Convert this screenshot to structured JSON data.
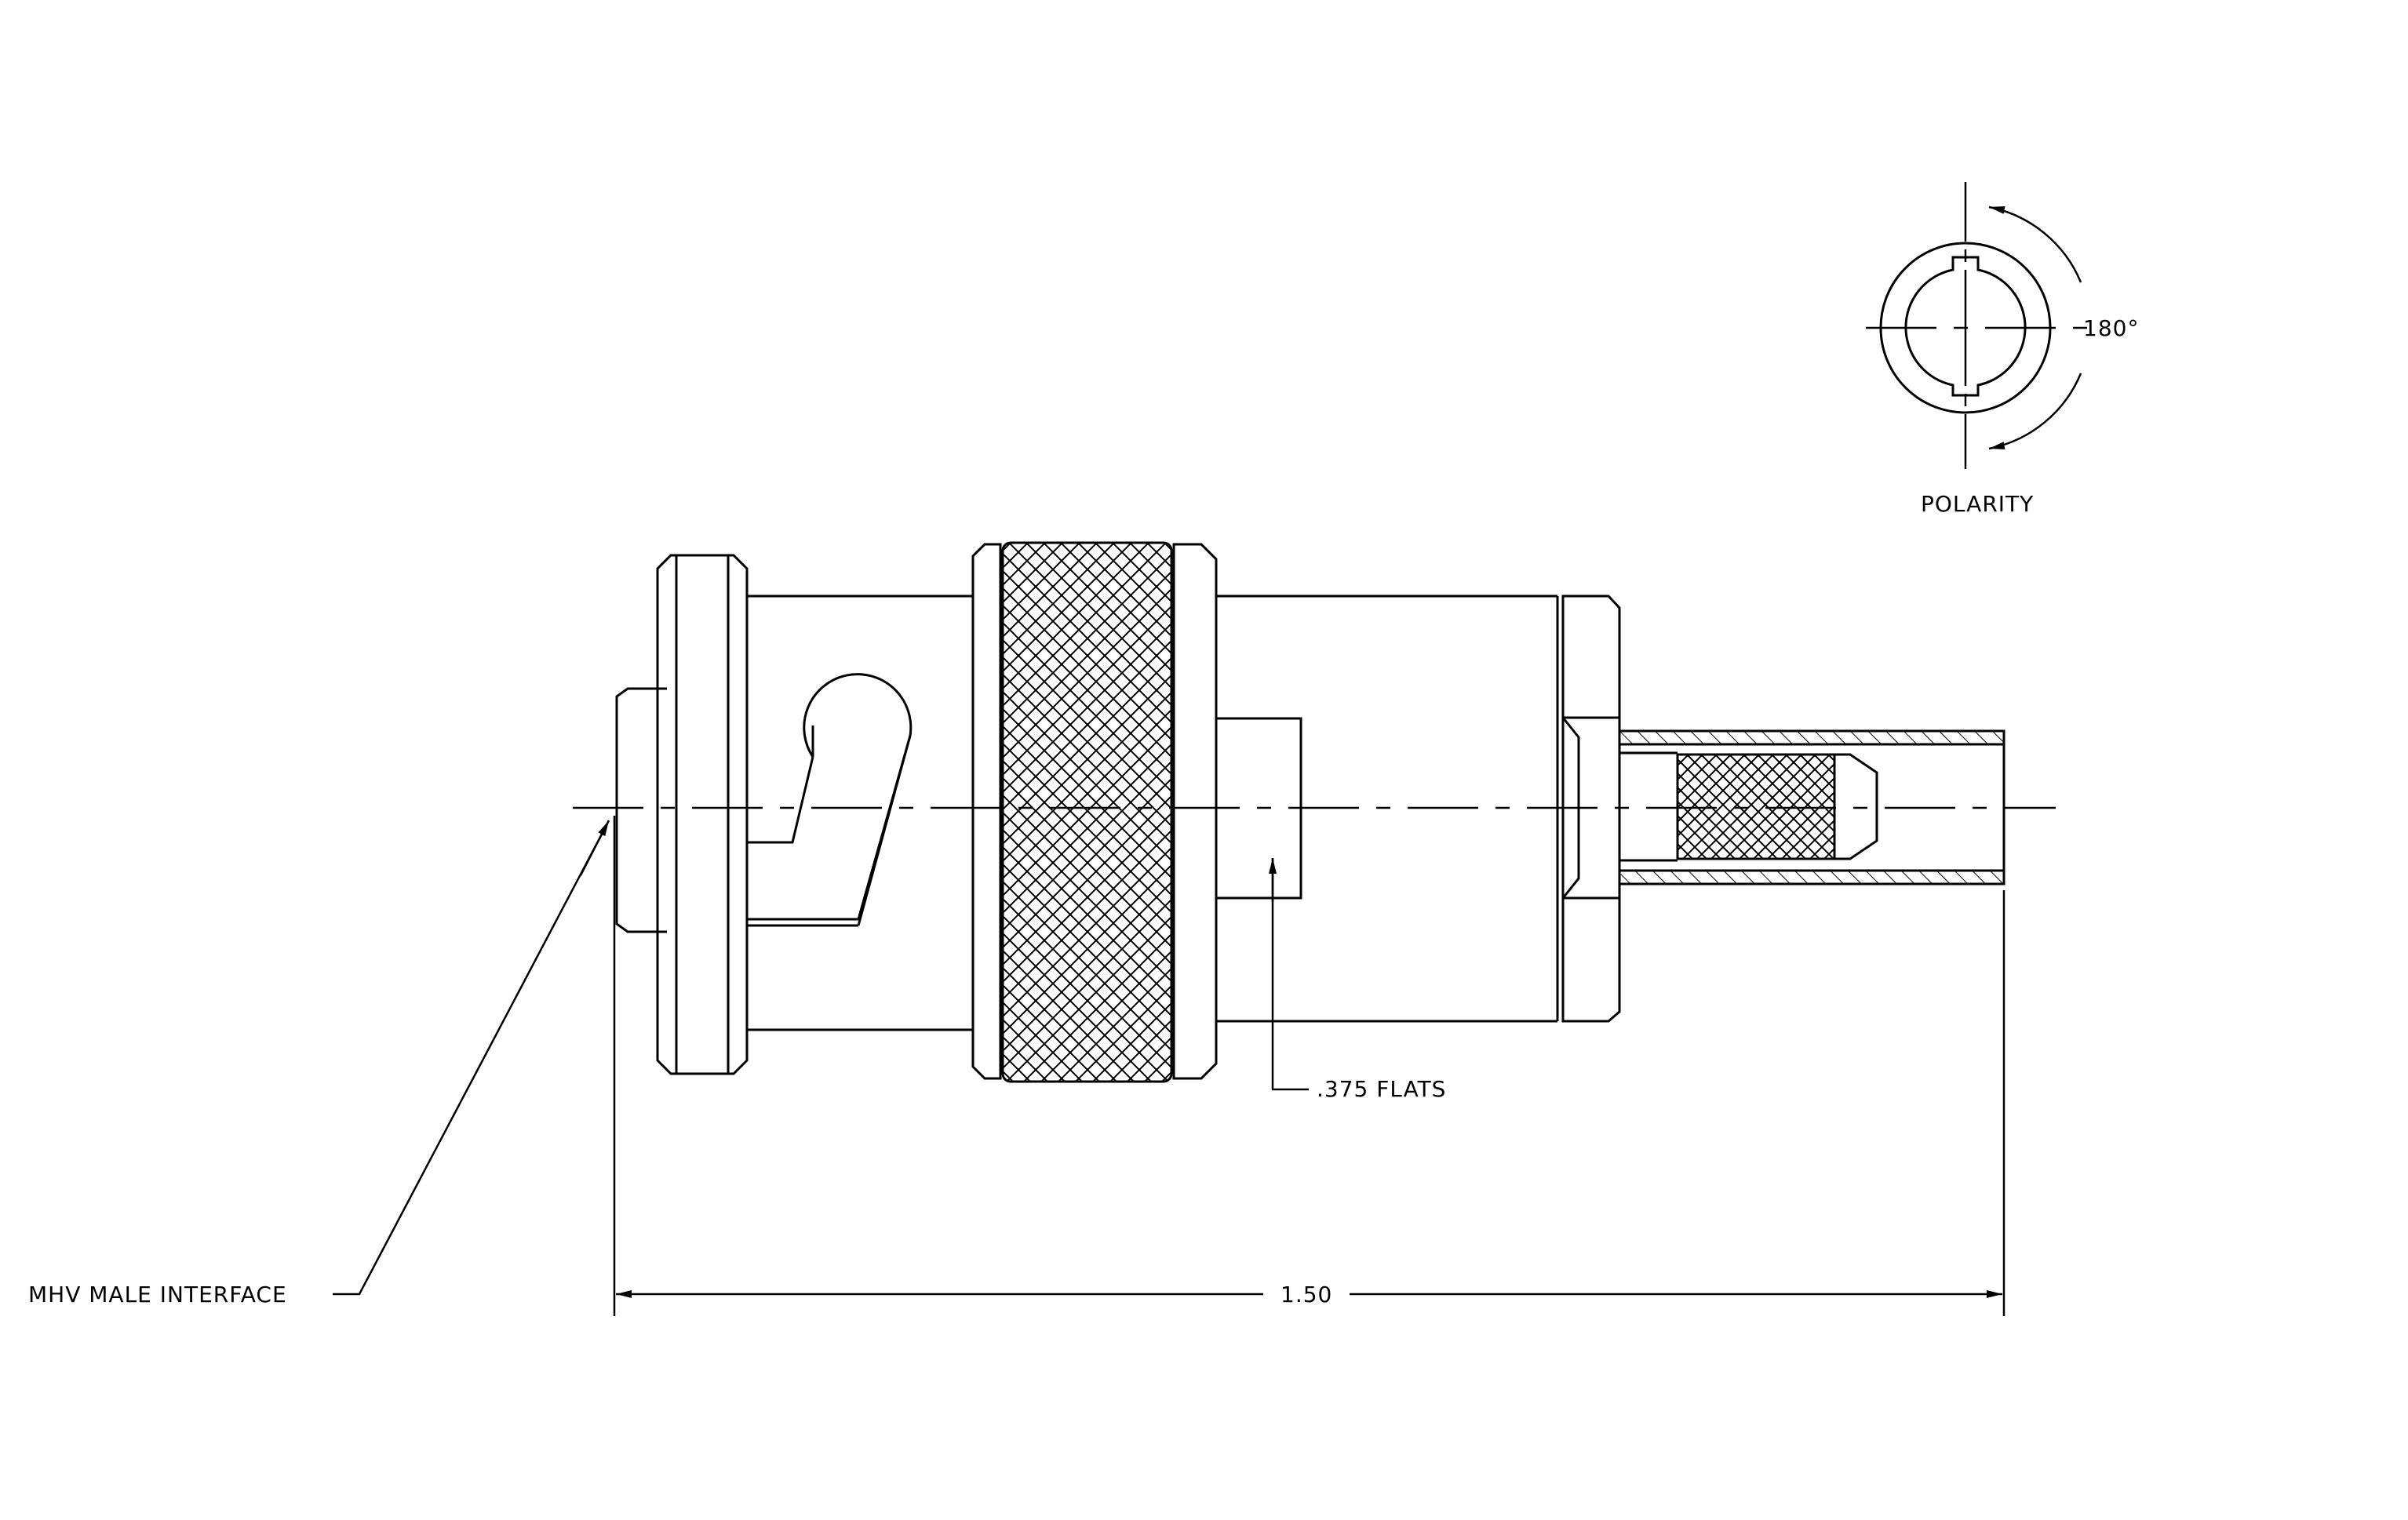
{
  "labels": {
    "polarity_angle": "180°",
    "polarity": "POLARITY",
    "flats": ".375 FLATS",
    "interface": "MHV MALE INTERFACE",
    "length_dim": "1.50"
  }
}
